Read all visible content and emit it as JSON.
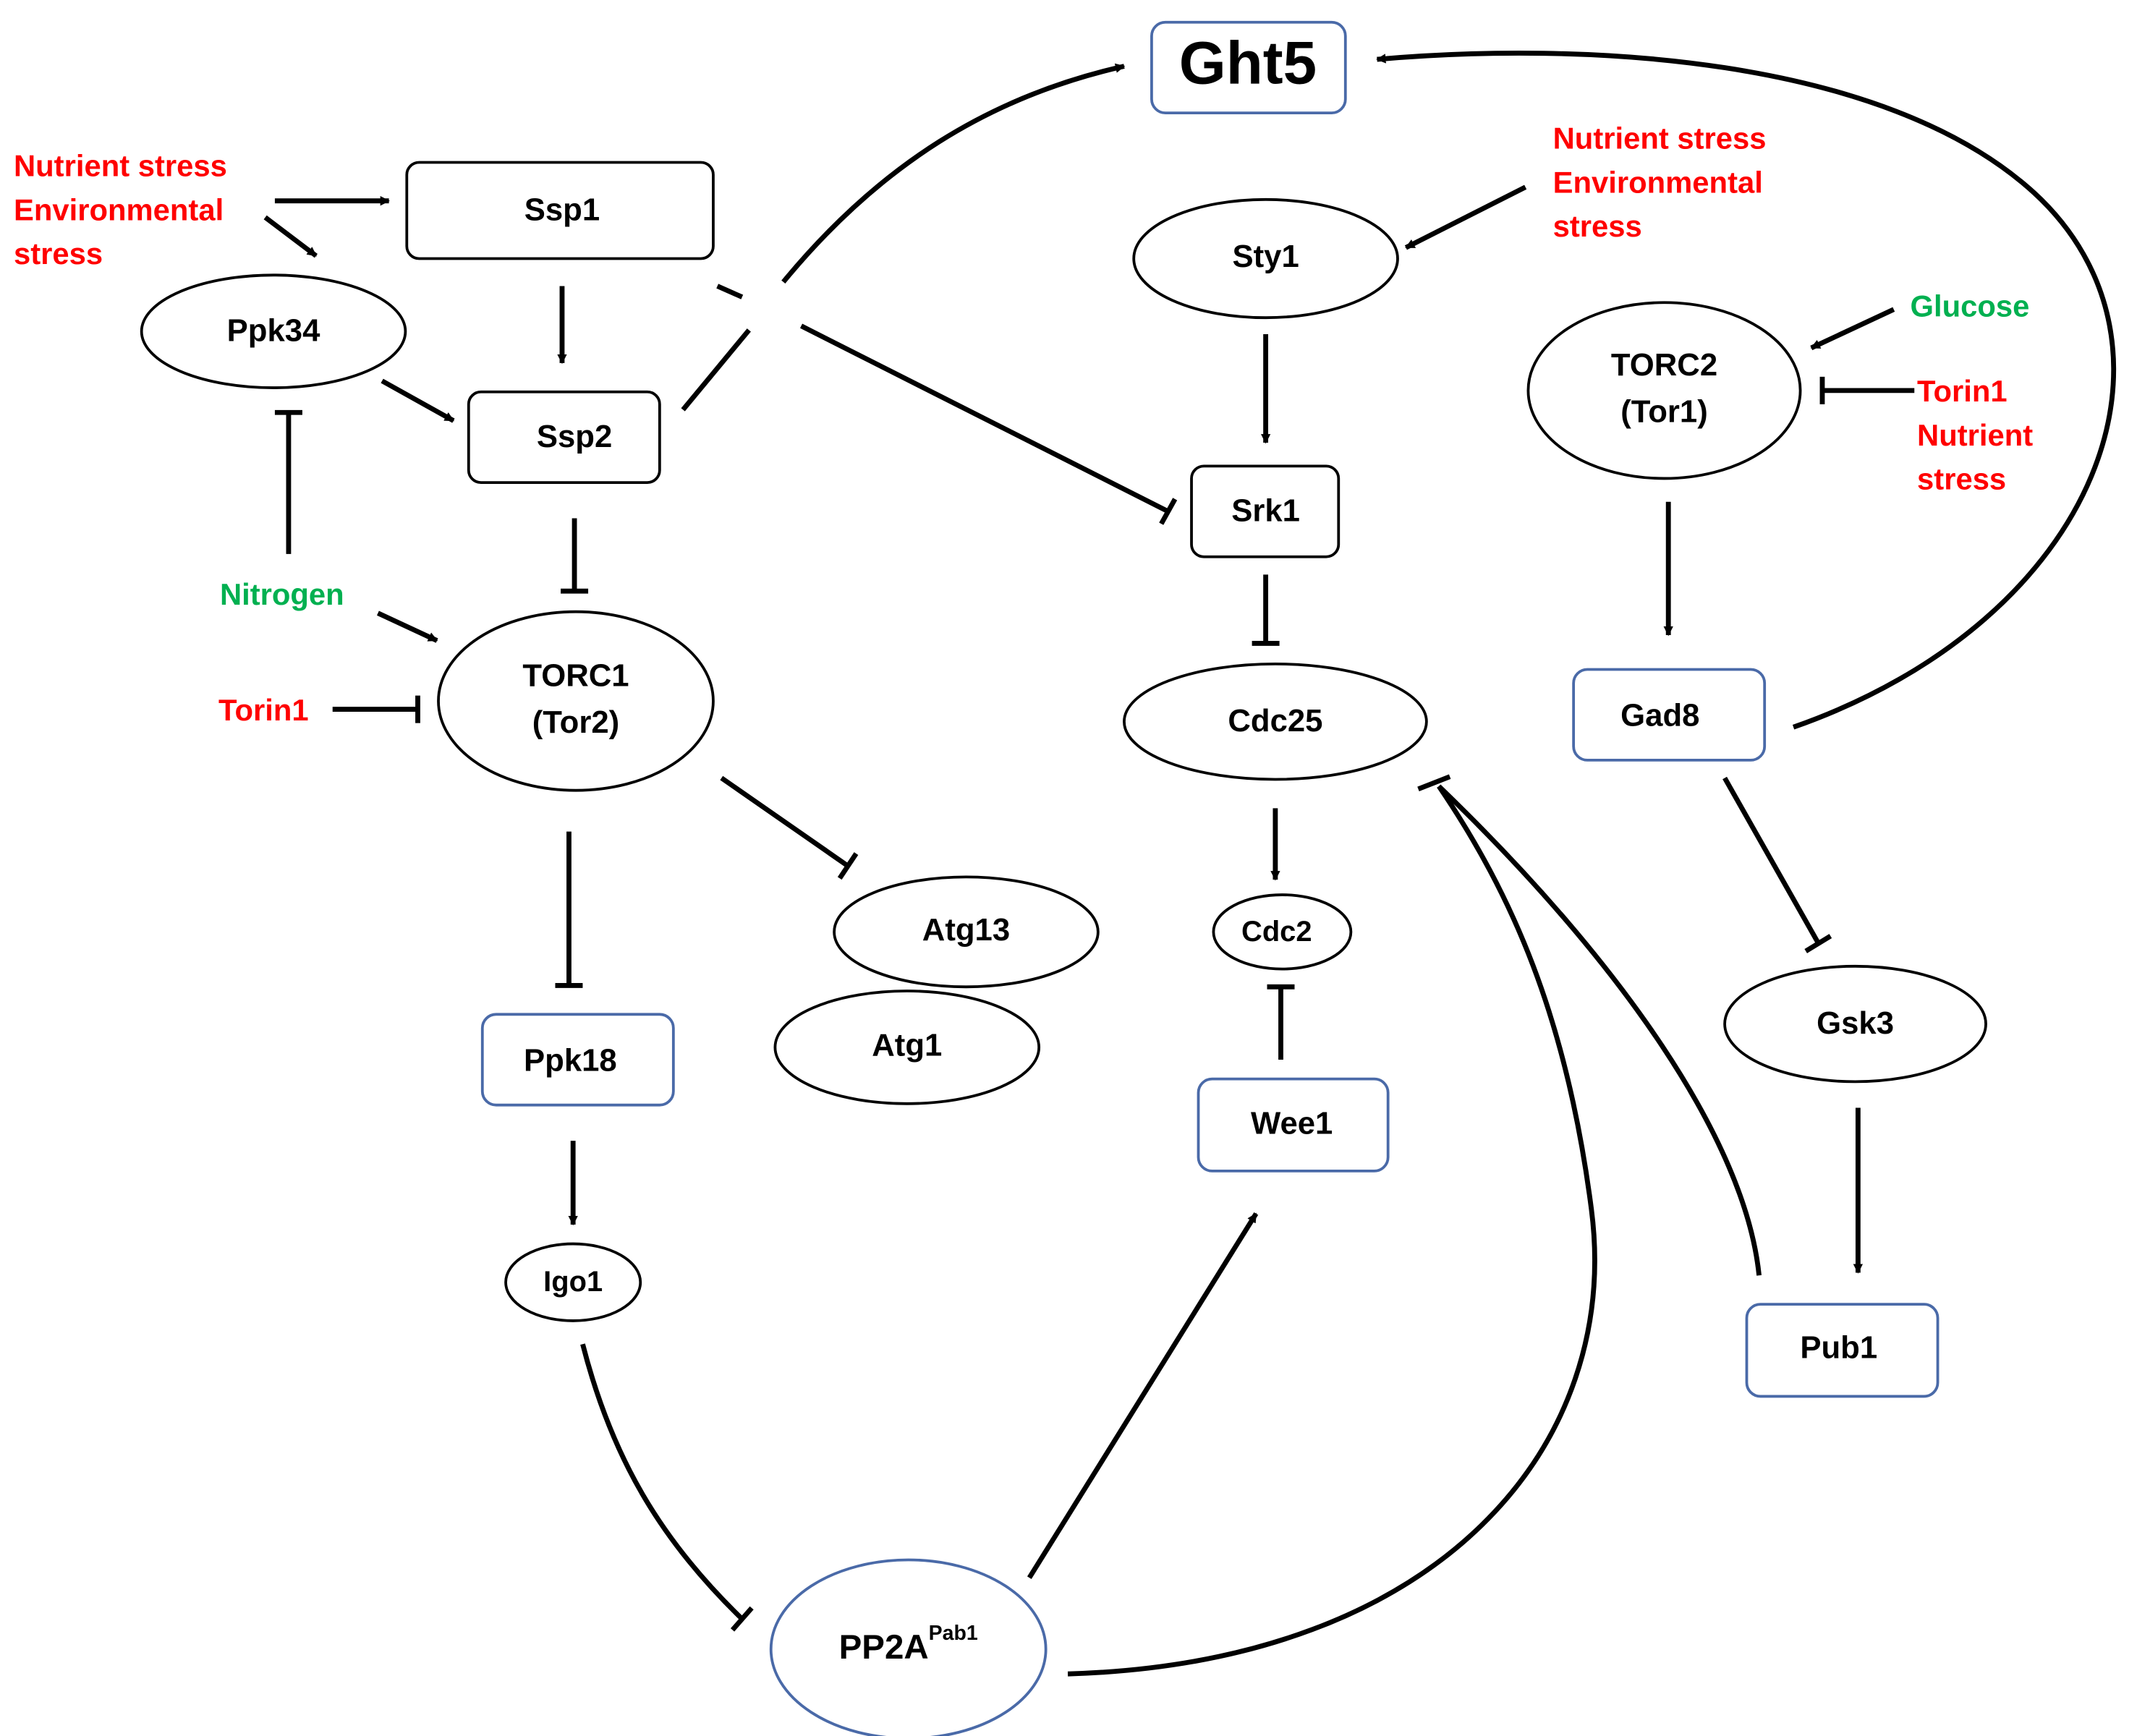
{
  "colors": {
    "stress_text": "#ff0000",
    "positive_text": "#00b050",
    "node_black_border": "#000000",
    "node_blue_border": "#4a6aa8"
  },
  "nodes": {
    "ght5": "Ght5",
    "ssp1": "Ssp1",
    "ppk34": "Ppk34",
    "ssp2": "Ssp2",
    "torc1_line1": "TORC1",
    "torc1_line2": "(Tor2)",
    "sty1": "Sty1",
    "srk1": "Srk1",
    "cdc25": "Cdc25",
    "cdc2": "Cdc2",
    "wee1": "Wee1",
    "torc2_line1": "TORC2",
    "torc2_line2": "(Tor1)",
    "gad8": "Gad8",
    "gsk3": "Gsk3",
    "pub1": "Pub1",
    "atg13": "Atg13",
    "atg1": "Atg1",
    "ppk18": "Ppk18",
    "igo1": "Igo1",
    "pp2a_main": "PP2A",
    "pp2a_super": "Pab1"
  },
  "signals": {
    "left_stress_line1": "Nutrient stress",
    "left_stress_line2": "Environmental",
    "left_stress_line3": "stress",
    "mid_stress_line1": "Nutrient stress",
    "mid_stress_line2": "Environmental",
    "mid_stress_line3": "stress",
    "nitrogen": "Nitrogen",
    "torin1_left": "Torin1",
    "glucose": "Glucose",
    "torin1_right": "Torin1",
    "nutrient_right_line1": "Nutrient",
    "nutrient_right_line2": "stress"
  }
}
